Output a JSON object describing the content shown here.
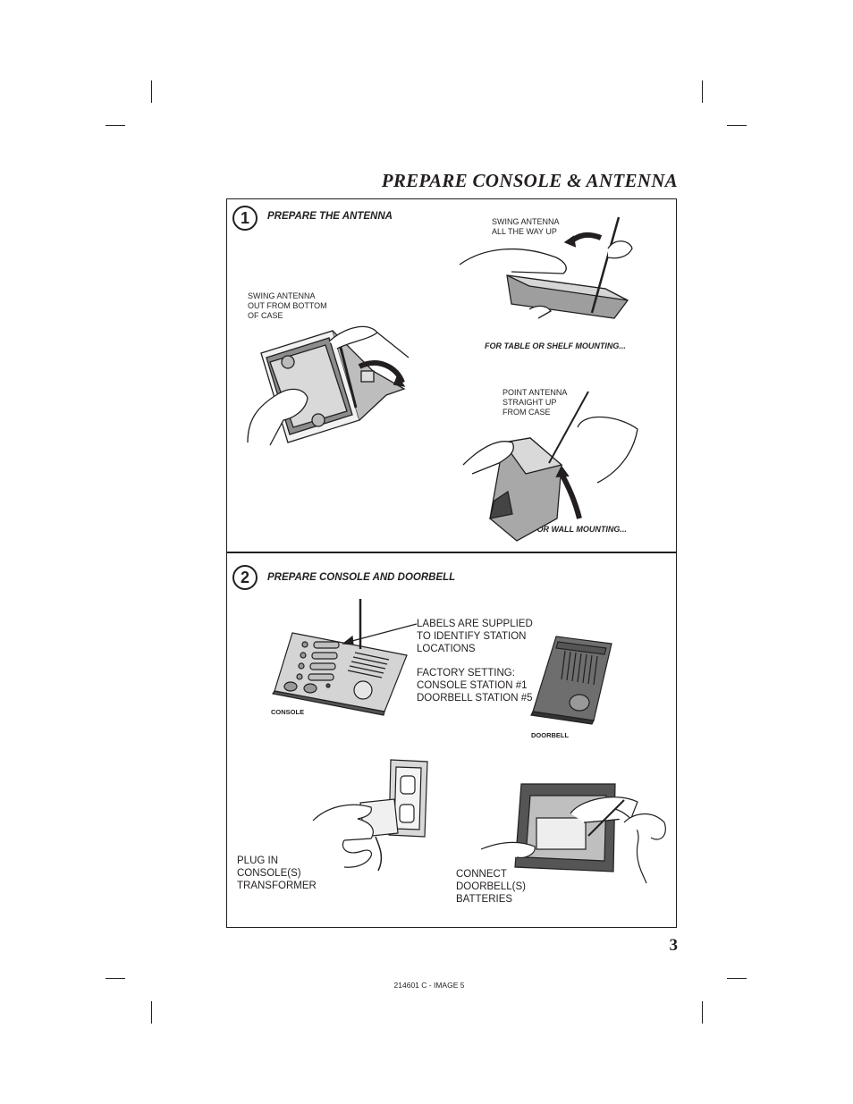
{
  "page": {
    "title": "PREPARE CONSOLE & ANTENNA",
    "page_number": "3",
    "footer": "214601 C - IMAGE 5"
  },
  "step1": {
    "number": "1",
    "heading": "PREPARE THE ANTENNA",
    "caption_swing_out": "SWING ANTENNA\nOUT FROM BOTTOM\nOF CASE",
    "caption_swing_up": "SWING ANTENNA\nALL THE WAY UP",
    "caption_table_mount": "FOR TABLE OR SHELF MOUNTING...",
    "caption_point_up": "POINT ANTENNA\nSTRAIGHT UP\nFROM CASE",
    "caption_wall_mount": "FOR WALL MOUNTING..."
  },
  "step2": {
    "number": "2",
    "heading": "PREPARE CONSOLE AND DOORBELL",
    "labels_note": "LABELS ARE SUPPLIED\nTO IDENTIFY STATION\nLOCATIONS",
    "factory_setting": "FACTORY SETTING:\nCONSOLE STATION #1\nDOORBELL STATION #5",
    "console_label": "CONSOLE",
    "doorbell_label": "DOORBELL",
    "plug_caption": "PLUG IN\nCONSOLE(S)\nTRANSFORMER",
    "battery_caption": "CONNECT\nDOORBELL(S)\nBATTERIES"
  }
}
